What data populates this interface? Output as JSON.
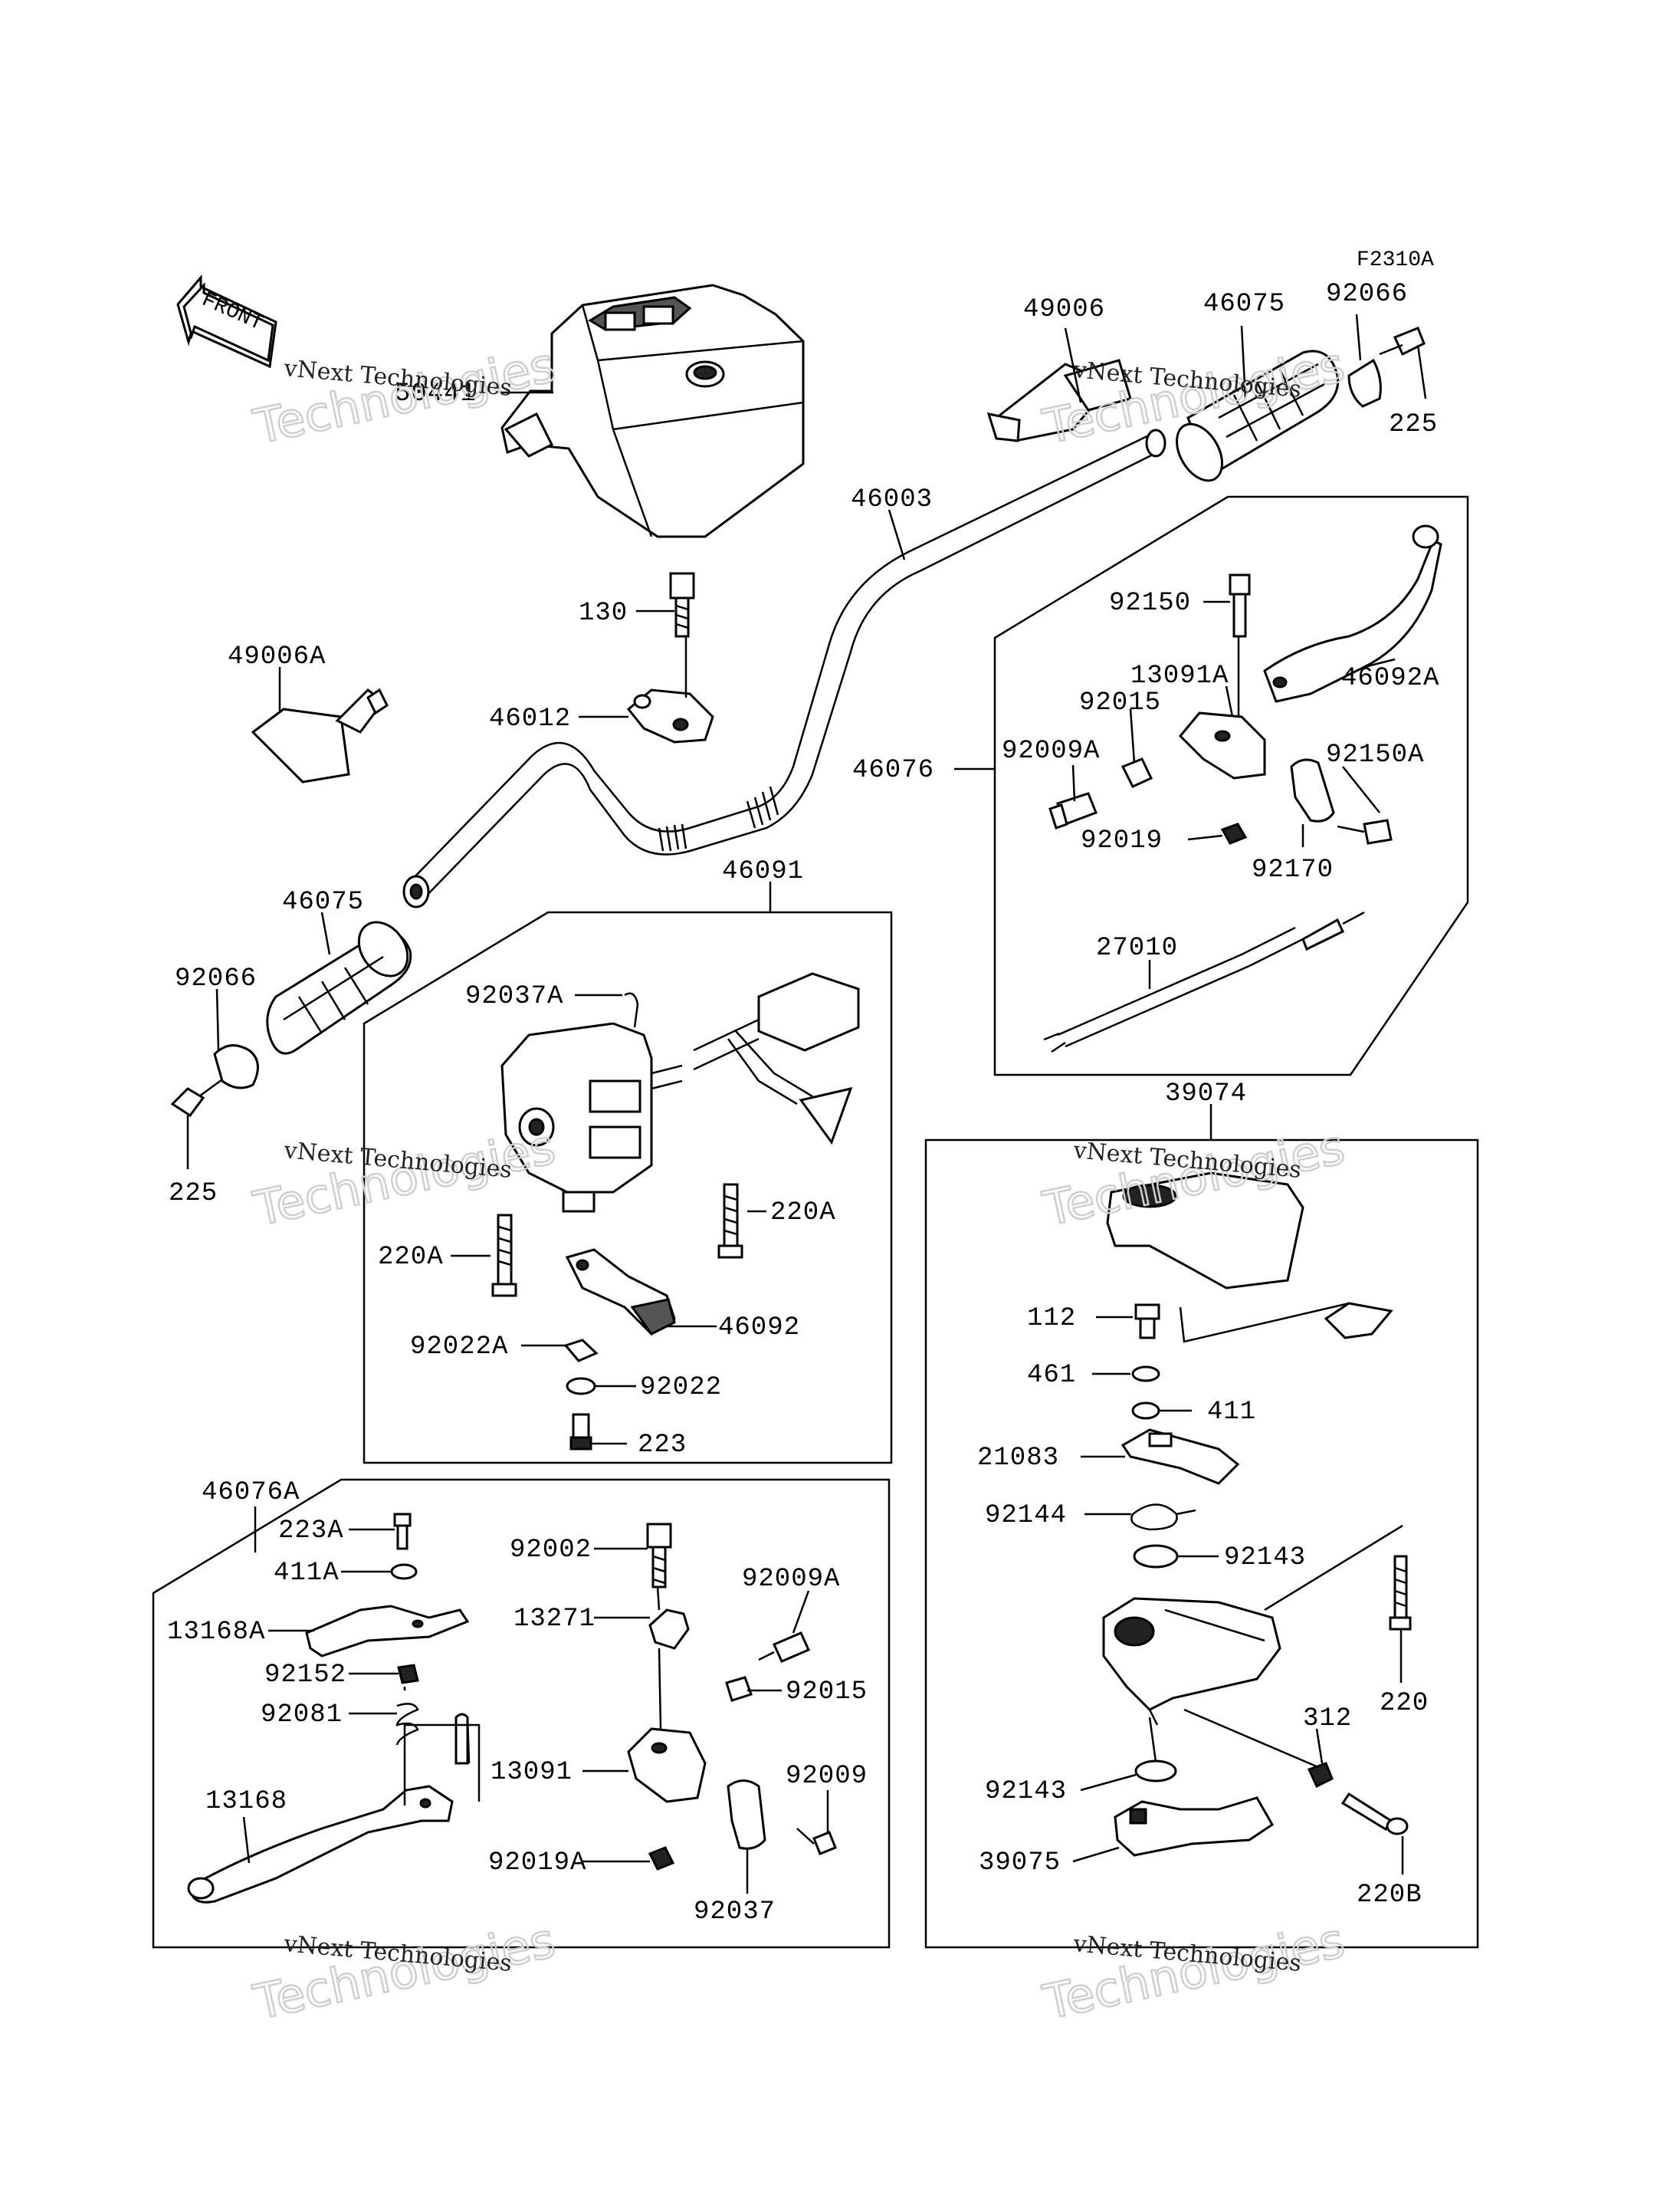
{
  "diagram_code": "F2310A",
  "front_label": "FRONT",
  "watermark": {
    "line1": "vNext Technologies",
    "line2": "Technologies"
  },
  "part_labels": [
    "50441",
    "49006",
    "46075",
    "92066",
    "225",
    "46003",
    "130",
    "46012",
    "49006A",
    "92150",
    "13091A",
    "46092A",
    "92015",
    "92009A",
    "46076",
    "92150A",
    "92019",
    "92170",
    "27010",
    "46075",
    "92066",
    "225",
    "46091",
    "92037A",
    "220A",
    "220A",
    "46092",
    "92022A",
    "92022",
    "223",
    "39074",
    "112",
    "461",
    "411",
    "21083",
    "92144",
    "92143",
    "220",
    "312",
    "92143",
    "39075",
    "220B",
    "46076A",
    "223A",
    "411A",
    "13168A",
    "92152",
    "92081",
    "13168",
    "92002",
    "13271",
    "92009A",
    "92015",
    "13091",
    "92009",
    "92019A",
    "92037"
  ]
}
